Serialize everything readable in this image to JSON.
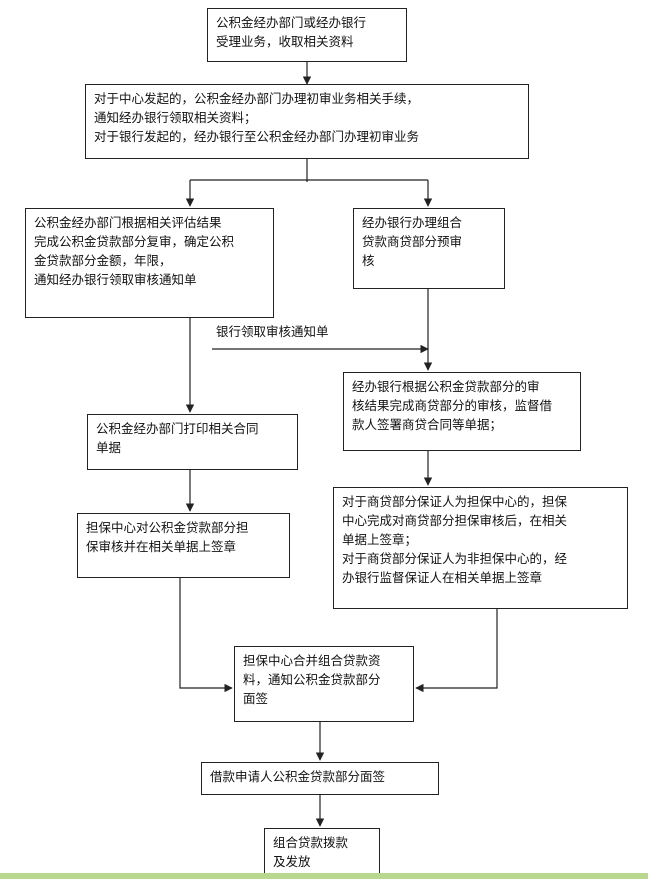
{
  "flowchart": {
    "steps": {
      "accept": "公积金经办部门或经办银行\n受理业务，收取相关资料",
      "initial_review": "对于中心发起的，公积金经办部门办理初审业务相关手续，\n通知经办银行领取相关资料；\n对于银行发起的，经办银行至公积金经办部门办理初审业务",
      "fund_review": "公积金经办部门根据相关评估结果\n完成公积金贷款部分复审，确定公积\n金贷款部分金额，年限，\n通知经办银行领取审核通知单",
      "bank_prereview": "经办银行办理组合\n贷款商贷部分预审\n核",
      "bank_review": "经办银行根据公积金贷款部分的审\n核结果完成商贷部分的审核，监督借\n款人签署商贷合同等单据；",
      "print_contract": "公积金经办部门打印相关合同\n单据",
      "guarantee_sign": "担保中心对公积金贷款部分担\n保审核并在相关单据上签章",
      "guarantor_cases": "对于商贷部分保证人为担保中心的，担保\n中心完成对商贷部分担保审核后，在相关\n单据上签章；\n对于商贷部分保证人为非担保中心的，经\n办银行监督保证人在相关单据上签章",
      "merge": "担保中心合并组合贷款资\n料，通知公积金贷款部分\n面签",
      "face_sign": "借款申请人公积金贷款部分面签",
      "disburse": "组合贷款拨款\n及发放"
    },
    "edge_labels": {
      "notice": "银行领取审核通知单"
    }
  }
}
